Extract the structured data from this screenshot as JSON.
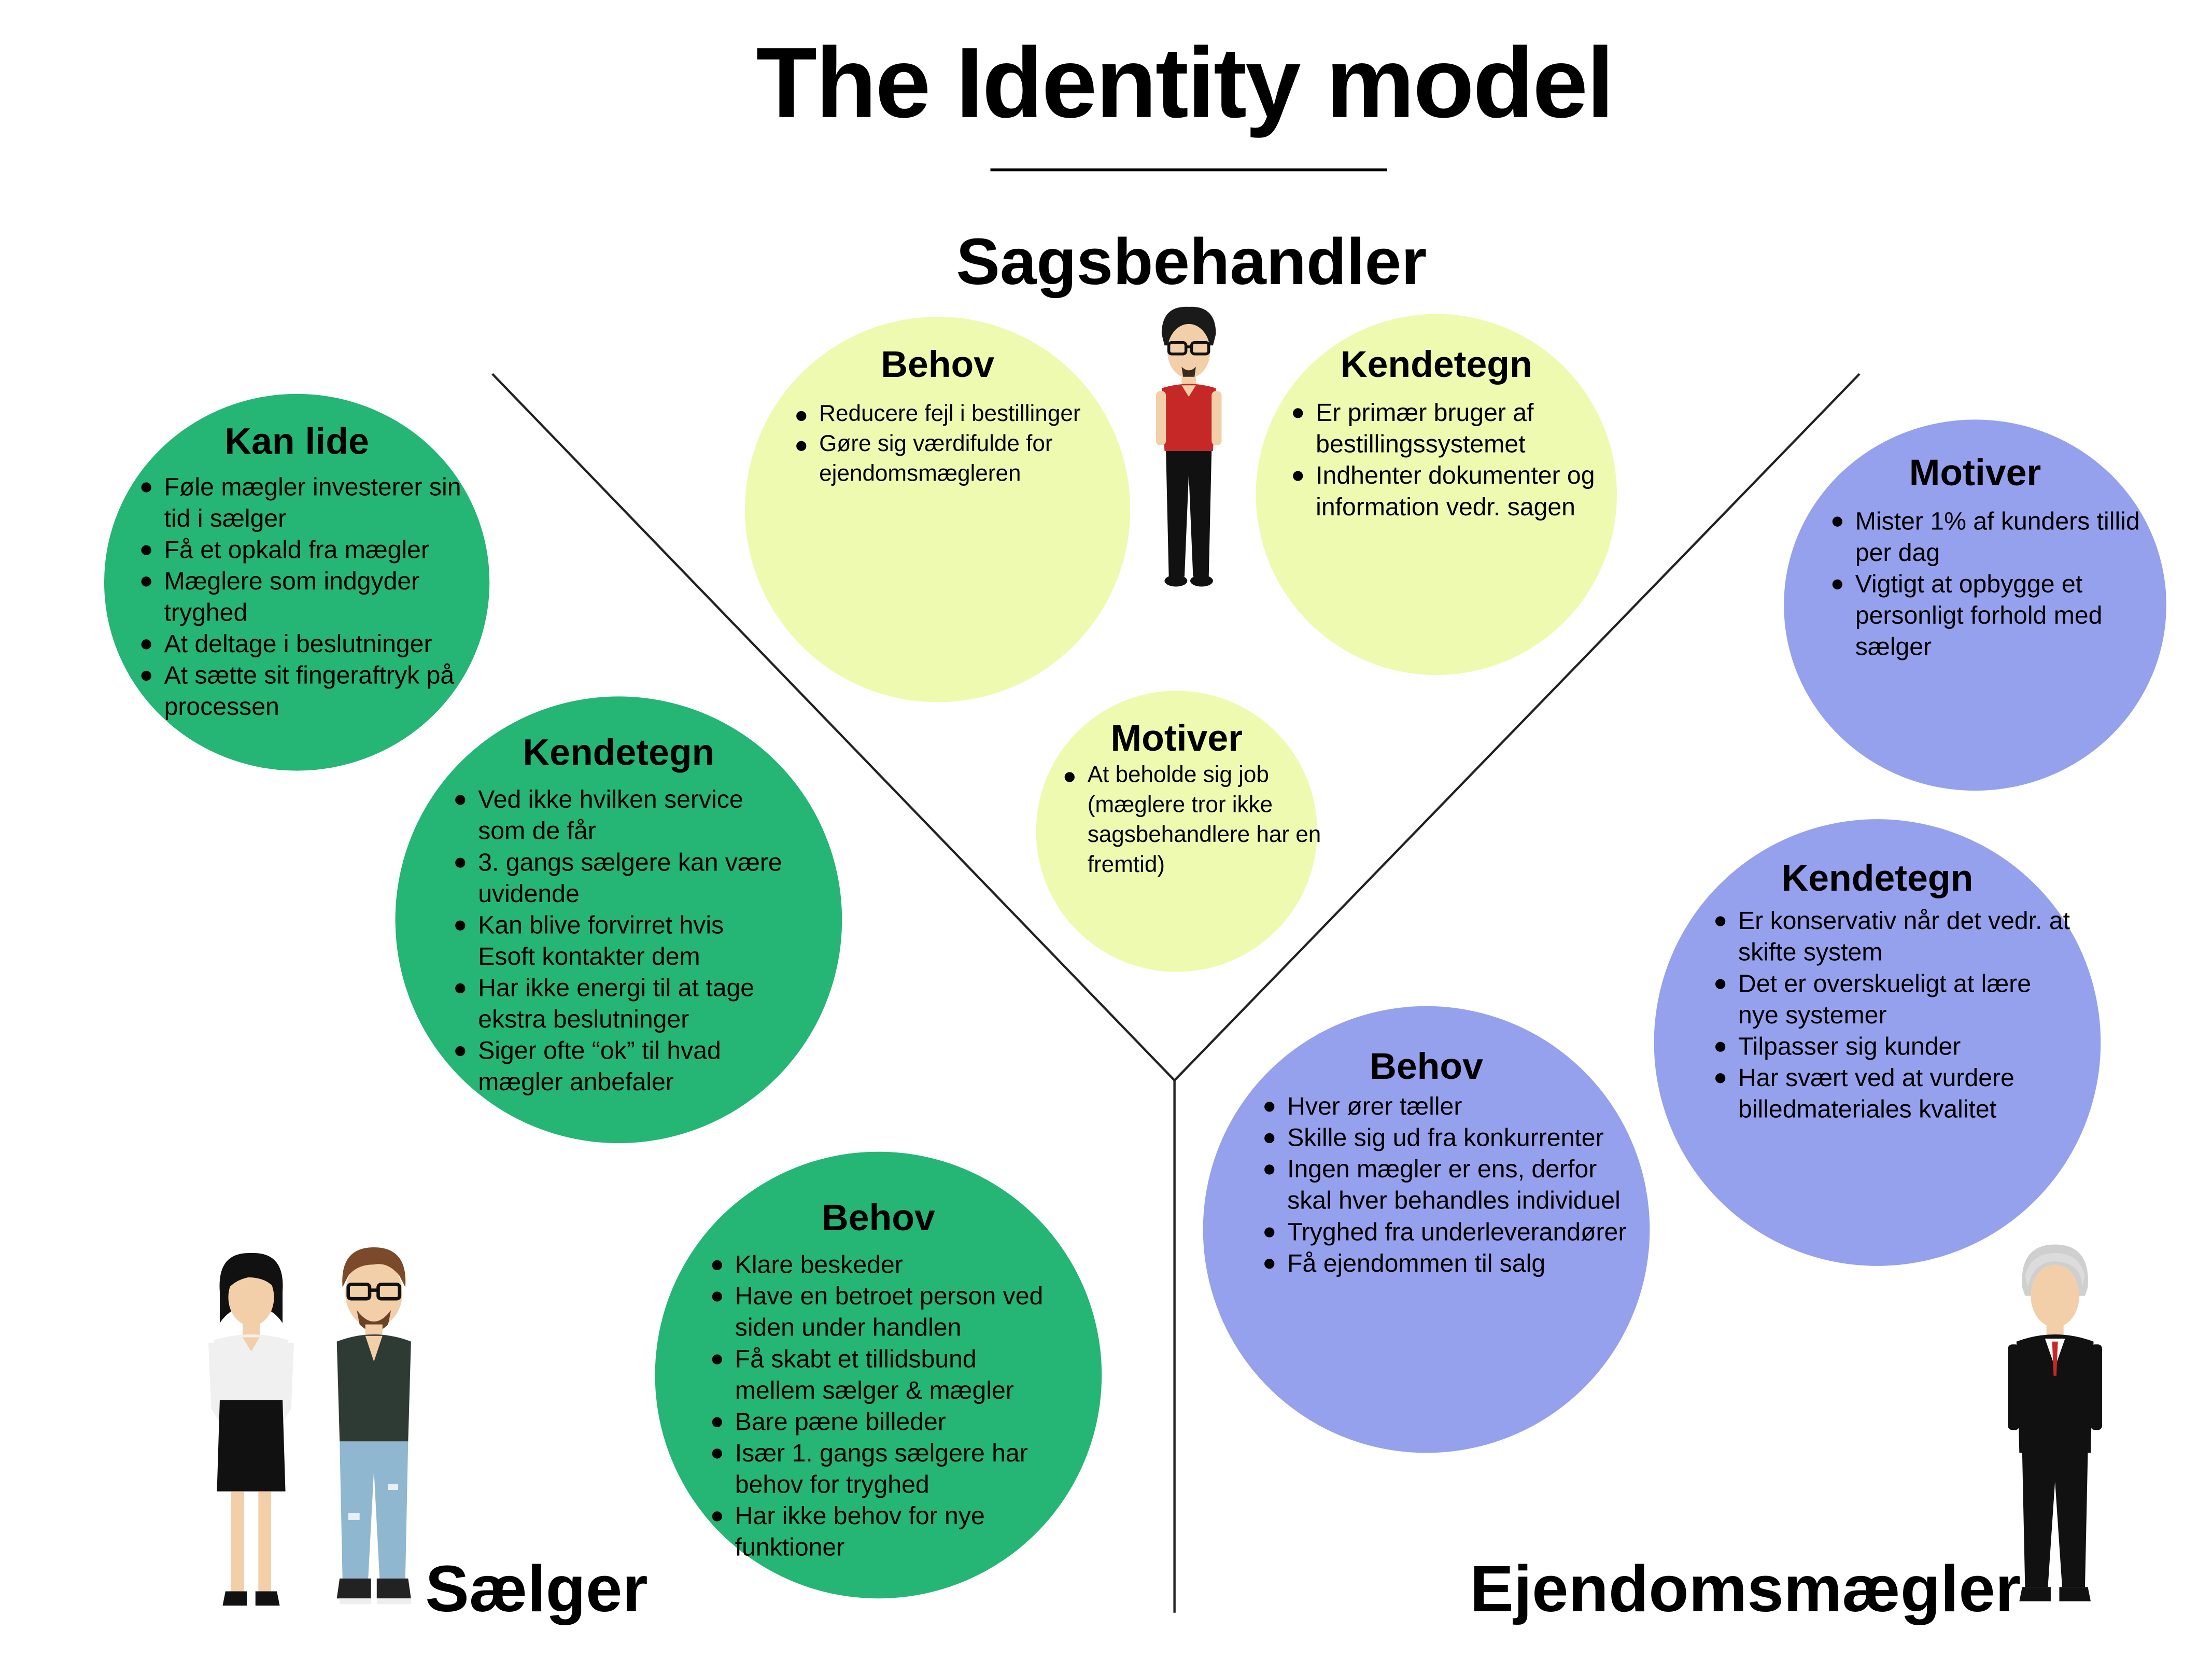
{
  "title": "The Identity model",
  "personas": {
    "sagsbehandler": "Sagsbehandler",
    "saelger": "Sælger",
    "ejendomsmaegler": "Ejendomsmægler"
  },
  "colors": {
    "saelger_circles": "#25b574",
    "sagsbehandler_circles": "#eefab0",
    "ejendomsmaegler_circles": "#95a1ec"
  },
  "circles": {
    "sag_behov": {
      "title": "Behov",
      "items": [
        "Reducere fejl i bestillinger",
        "Gøre sig værdifulde for ejendomsmægleren"
      ]
    },
    "sag_kendetegn": {
      "title": "Kendetegn",
      "items": [
        "Er primær bruger af bestillingssystemet",
        "Indhenter dokumenter og information vedr. sagen"
      ]
    },
    "sag_motiver": {
      "title": "Motiver",
      "items": [
        "At beholde sig job (mæglere tror ikke sagsbehandlere har en fremtid)"
      ]
    },
    "saelger_kan_lide": {
      "title": "Kan lide",
      "items": [
        "Føle mægler investerer sin tid i sælger",
        "Få et opkald fra mægler",
        "Mæglere som indgyder tryghed",
        "At deltage i beslutninger",
        "At sætte sit fingeraftryk på processen"
      ]
    },
    "saelger_kendetegn": {
      "title": "Kendetegn",
      "items": [
        "Ved ikke hvilken service som de får",
        "3. gangs sælgere kan være uvidende",
        "Kan blive forvirret hvis Esoft kontakter dem",
        "Har ikke energi til at tage ekstra beslutninger",
        "Siger ofte “ok” til hvad mægler anbefaler"
      ]
    },
    "saelger_behov": {
      "title": "Behov",
      "items": [
        "Klare beskeder",
        "Have en betroet person ved siden under handlen",
        "Få skabt et tillidsbund mellem sælger & mægler",
        "Bare pæne billeder",
        "Især 1. gangs sælgere har behov for tryghed",
        "Har ikke behov for nye funktioner"
      ]
    },
    "maegler_motiver": {
      "title": "Motiver",
      "items": [
        "Mister 1% af kunders tillid per dag",
        "Vigtigt at opbygge et personligt forhold med sælger"
      ]
    },
    "maegler_kendetegn": {
      "title": "Kendetegn",
      "items": [
        "Er konservativ når det vedr. at skifte system",
        "Det er overskueligt at lære nye systemer",
        "Tilpasser sig kunder",
        "Har svært ved at vurdere billedmateriales kvalitet"
      ]
    },
    "maegler_behov": {
      "title": "Behov",
      "items": [
        "Hver ører tæller",
        "Skille sig ud fra konkurrenter",
        "Ingen mægler er ens, derfor skal hver behandles individuel",
        "Tryghed fra underleverandører",
        "Få ejendommen til salg"
      ]
    }
  }
}
